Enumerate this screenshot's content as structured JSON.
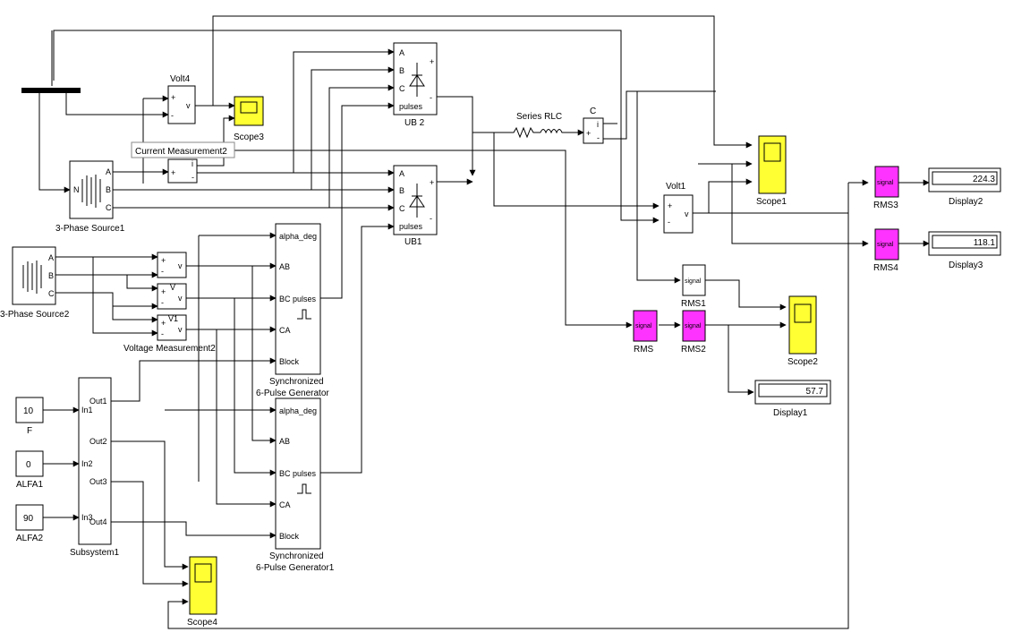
{
  "blocks": {
    "volt4": "Volt4",
    "scope3": "Scope3",
    "current_meas": "Current Measurement2",
    "src1": "3-Phase Source1",
    "src2": "3-Phase Source2",
    "ub2": "UB 2",
    "ub1": "UB1",
    "series_rlc": "Series RLC",
    "c_meas": "C",
    "scope1": "Scope1",
    "volt1": "Volt1",
    "rms1": "RMS1",
    "rms2": "RMS2",
    "rms": "RMS",
    "rms3": "RMS3",
    "rms4": "RMS4",
    "scope2": "Scope2",
    "display1": "Display1",
    "display2": "Display2",
    "display3": "Display3",
    "voltage_meas": "Voltage Measurement2",
    "gen1_a": "Synchronized",
    "gen1_b": "6-Pulse Generator",
    "gen2_a": "Synchronized",
    "gen2_b": "6-Pulse Generator1",
    "subsystem": "Subsystem1",
    "const_f": "F",
    "const_alfa1": "ALFA1",
    "const_alfa2": "ALFA2",
    "scope4": "Scope4"
  },
  "values": {
    "f": "10",
    "alfa1": "0",
    "alfa2": "90",
    "display1": "57.7",
    "display2": "224.3",
    "display3": "118.1"
  },
  "ports": {
    "plus": "+",
    "minus": "-",
    "v": "v",
    "i": "i",
    "a": "A",
    "b": "B",
    "c": "C",
    "pulses": "pulses",
    "alpha": "alpha_deg",
    "ab": "AB",
    "bc": "BC",
    "ca": "CA",
    "block": "Block",
    "n": "N",
    "out1": "Out1",
    "out2": "Out2",
    "out3": "Out3",
    "out4": "Out4",
    "in1": "In1",
    "in2": "In2",
    "in3": "In3",
    "signal": "signal",
    "vmA": "V",
    "vmB": "V1"
  }
}
